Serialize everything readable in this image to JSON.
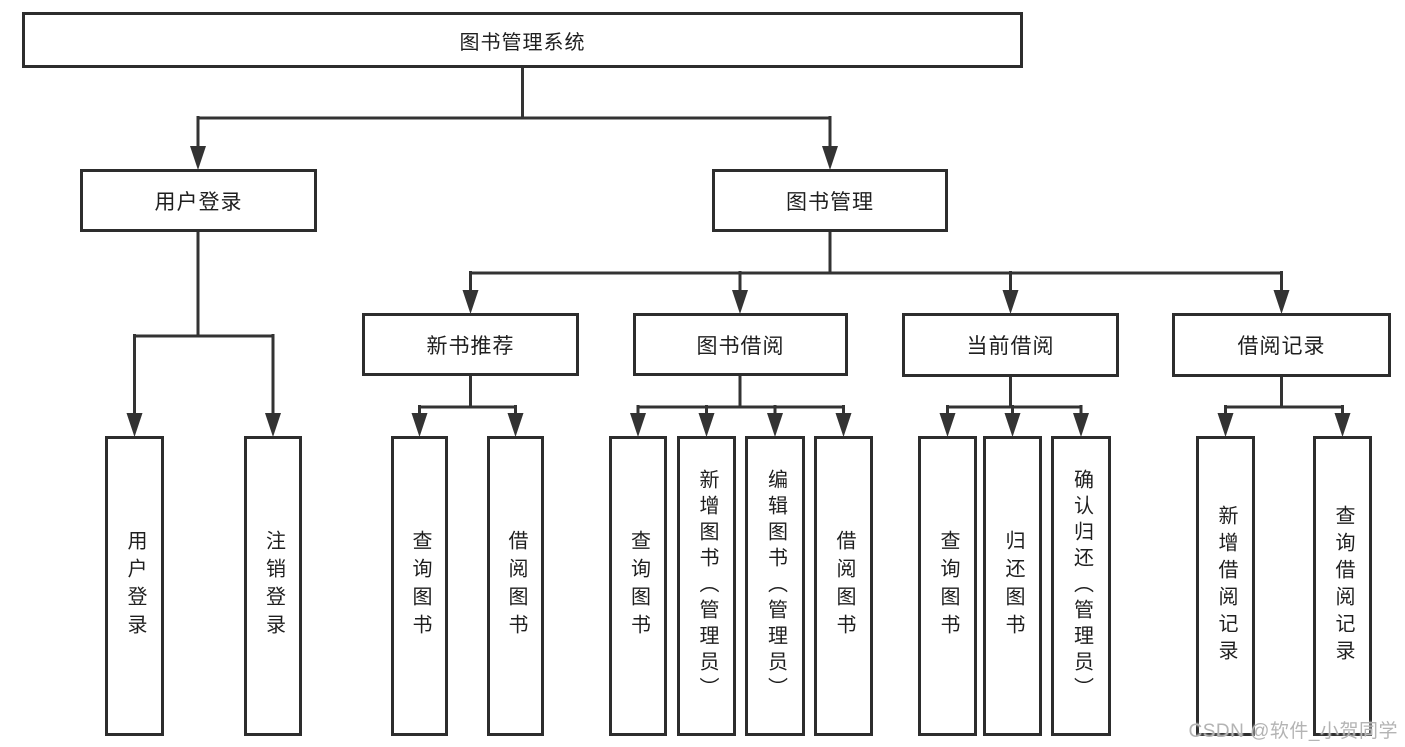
{
  "diagram": {
    "root": {
      "label": "图书管理系统"
    },
    "branches": [
      {
        "label": "用户登录",
        "children": [
          {
            "label": "用户登录"
          },
          {
            "label": "注销登录"
          }
        ]
      },
      {
        "label": "图书管理",
        "children": [
          {
            "label": "新书推荐",
            "children": [
              {
                "label": "查询图书"
              },
              {
                "label": "借阅图书"
              }
            ]
          },
          {
            "label": "图书借阅",
            "children": [
              {
                "label": "查询图书"
              },
              {
                "label": "新增图书（管理员）"
              },
              {
                "label": "编辑图书（管理员）"
              },
              {
                "label": "借阅图书"
              }
            ]
          },
          {
            "label": "当前借阅",
            "children": [
              {
                "label": "查询图书"
              },
              {
                "label": "归还图书"
              },
              {
                "label": "确认归还（管理员）"
              }
            ]
          },
          {
            "label": "借阅记录",
            "children": [
              {
                "label": "新增借阅记录"
              },
              {
                "label": "查询借阅记录"
              }
            ]
          }
        ]
      }
    ]
  },
  "watermark": {
    "text": "CSDN @软件_小贺同学"
  },
  "colors": {
    "line": "#333333",
    "box_border": "#2d2d2d",
    "text": "#1f1f1f",
    "watermark": "#b4b4b4",
    "background": "#ffffff"
  }
}
